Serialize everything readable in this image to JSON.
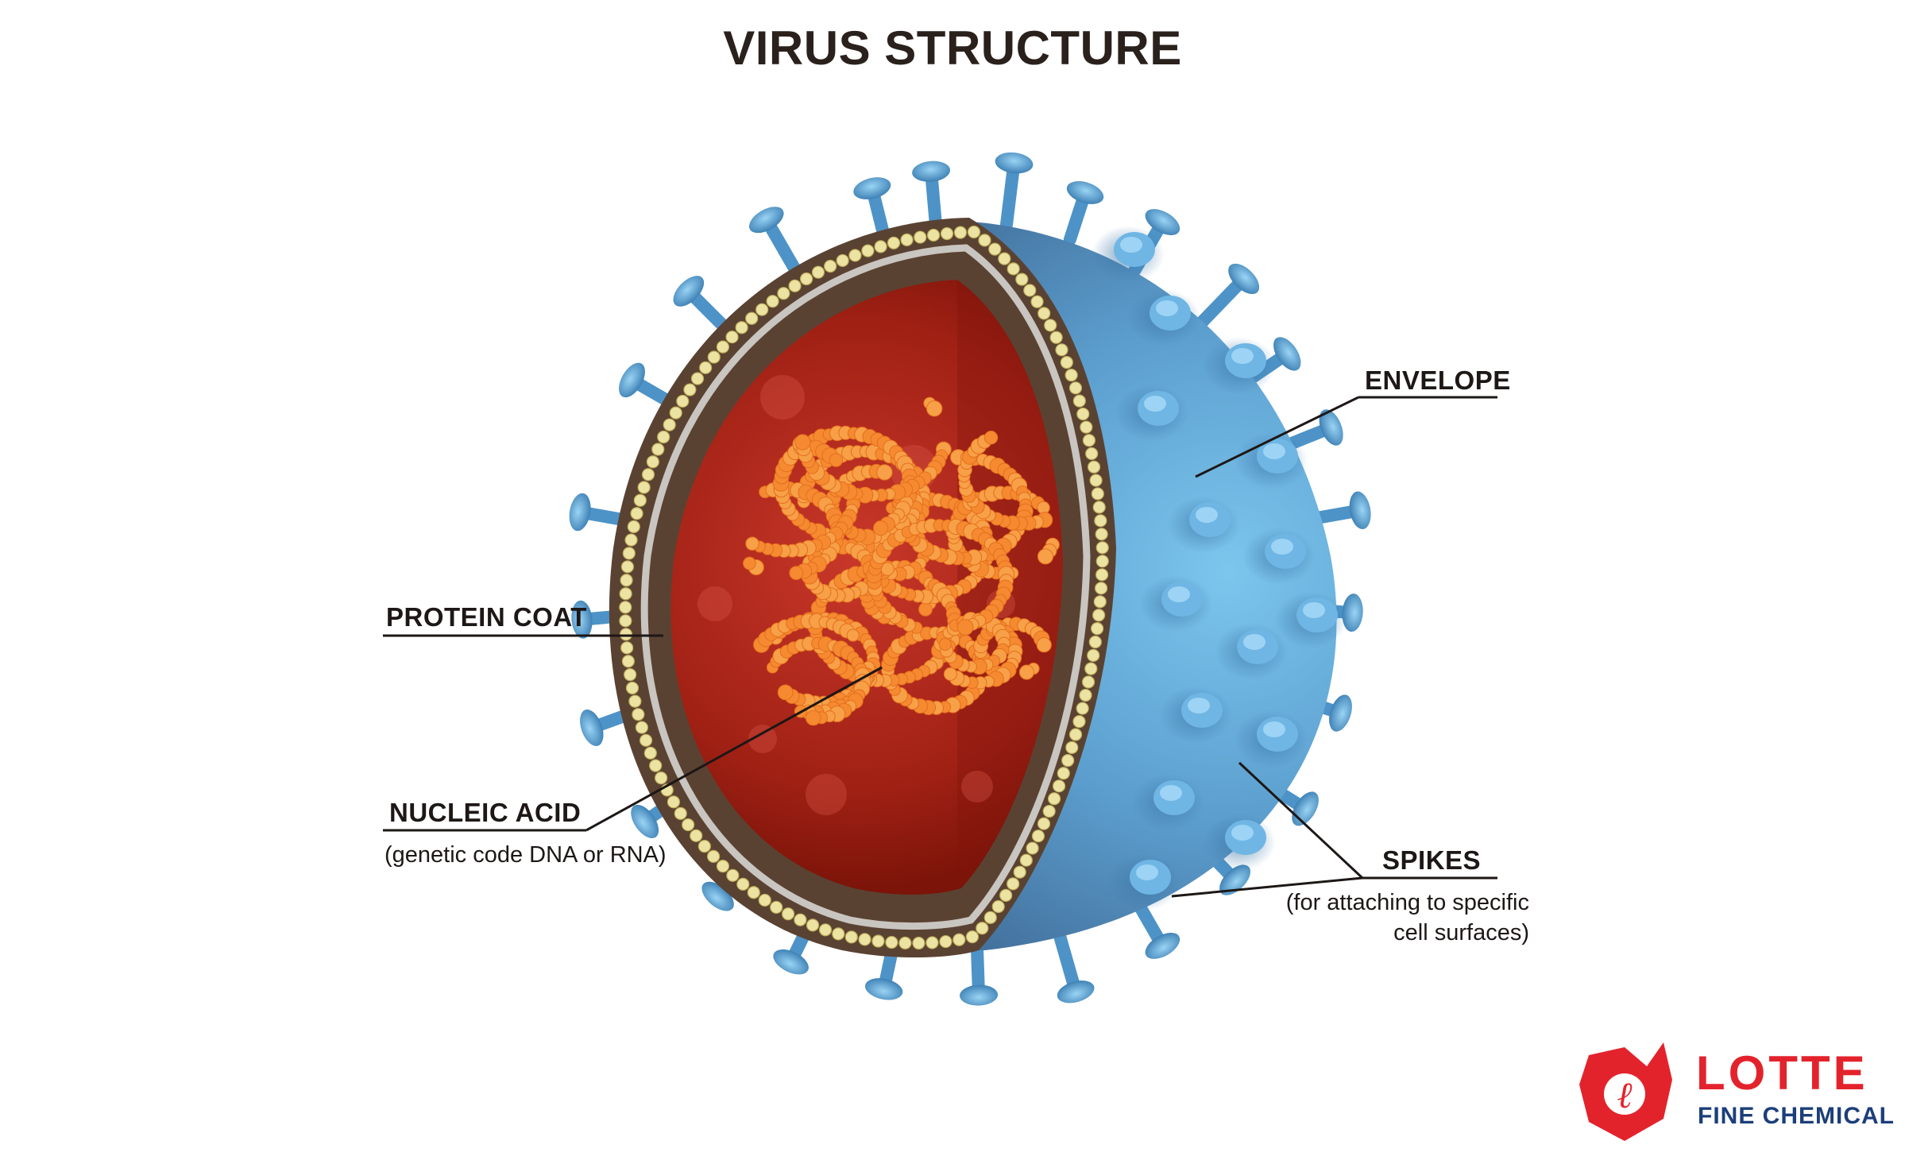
{
  "title": "VIRUS STRUCTURE",
  "labels": {
    "envelope": "ENVELOPE",
    "protein_coat": "PROTEIN COAT",
    "nucleic_acid": "NUCLEIC ACID",
    "nucleic_acid_note": "(genetic code DNA or RNA)",
    "spikes": "SPIKES",
    "spikes_note_line1": "(for attaching to specific",
    "spikes_note_line2": "cell surfaces)"
  },
  "logo": {
    "name": "LOTTE",
    "subtitle": "FINE CHEMICAL",
    "mark_glyph": "ℓ",
    "color": "#e3232c"
  },
  "colors": {
    "envelope": "#6fb3e0",
    "spike": "#5fa8d8",
    "core": "#a31e12",
    "protein_coat": "#5a4232",
    "capsomere": "#e9e2a0",
    "nucleic_acid": "#f7a047",
    "text": "#1d1716"
  }
}
